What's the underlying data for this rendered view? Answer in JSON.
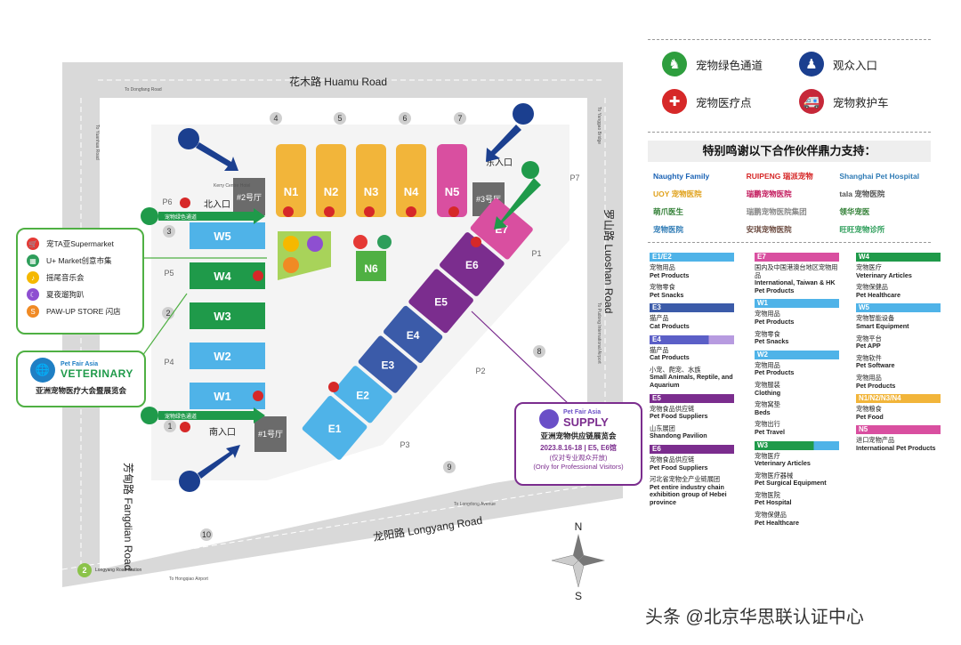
{
  "roads": {
    "huamu": "花木路 Huamu Road",
    "luoshan": "罗山路 Luoshan Road",
    "fangdian": "芳甸路 Fangdian Road",
    "longyang": "龙阳路 Longyang Road",
    "to_dongfang": "To Dongfang Road",
    "to_yuanhua": "To Yuanhua Road",
    "to_yanggao": "To Yanggao Bridge",
    "to_pudong_airport": "To Pudong International Airport",
    "to_longdong": "To Longdong Avenue",
    "to_hongqiao": "To Hongqiao Airport"
  },
  "halls": {
    "N1": "N1",
    "N2": "N2",
    "N3": "N3",
    "N4": "N4",
    "N5": "N5",
    "N6": "N6",
    "W1": "W1",
    "W2": "W2",
    "W3": "W3",
    "W4": "W4",
    "W5": "W5",
    "E1": "E1",
    "E2": "E2",
    "E3": "E3",
    "E4": "E4",
    "E5": "E5",
    "E6": "E6",
    "E7": "E7"
  },
  "gates": {
    "g1": "1",
    "g2": "2",
    "g3": "3",
    "g4": "4",
    "g5": "5",
    "g6": "6",
    "g7": "7",
    "g8": "8",
    "g9": "9",
    "g10": "10"
  },
  "entrances": {
    "north": "北入口",
    "east": "东入口",
    "south": "南入口",
    "halls_no1": "#1号厅",
    "halls_no2": "#2号厅",
    "halls_no3": "#3号厅",
    "green_channel": "宠物绿色通道",
    "kerry": "Kerry Centre Hotel",
    "gate_label": "观众入口"
  },
  "parking": {
    "p1": "P1",
    "p2": "P2",
    "p3": "P3",
    "p4": "P4",
    "p5": "P5",
    "p6": "P6",
    "p7": "P7"
  },
  "amenities": [
    {
      "label": "宠TA亚Supermarket",
      "color": "#e53935",
      "icon": "cart-icon",
      "glyph": "🛒"
    },
    {
      "label": "U+ Market创意市集",
      "color": "#2e9e5b",
      "icon": "market-icon",
      "glyph": "▦"
    },
    {
      "label": "摇尾音乐会",
      "color": "#f5b800",
      "icon": "music-icon",
      "glyph": "♪"
    },
    {
      "label": "夏夜遛狗趴",
      "color": "#8e4fd1",
      "icon": "moon-icon",
      "glyph": "☾"
    },
    {
      "label": "PAW-UP STORE 闪店",
      "color": "#f08a24",
      "icon": "store-icon",
      "glyph": "S"
    }
  ],
  "veterinary": {
    "brand": "Pet Fair Asia",
    "name": "VETERINARY",
    "subtitle": "亚洲宠物医疗大会暨展览会"
  },
  "supply": {
    "brand": "Pet Fair Asia",
    "name": "SUPPLY",
    "subtitle": "亚洲宠物供应链展览会",
    "dates": "2023.8.16-18 | E5, E6馆",
    "note_cn": "(仅对专业观众开放)",
    "note_en": "(Only for Professional Visitors)"
  },
  "legend": {
    "symbols": [
      {
        "label": "宠物绿色通道",
        "color": "#2e9e3e",
        "icon": "pet-walker-icon",
        "glyph": "♞"
      },
      {
        "label": "观众入口",
        "color": "#1b3f8f",
        "icon": "visitor-icon",
        "glyph": "♟"
      },
      {
        "label": "宠物医疗点",
        "color": "#d62828",
        "icon": "medical-cross-icon",
        "glyph": "✚"
      },
      {
        "label": "宠物救护车",
        "color": "#c62839",
        "icon": "ambulance-icon",
        "glyph": "🚑"
      }
    ],
    "thanks": "特别鸣谢以下合作伙伴鼎力支持：",
    "partners": [
      {
        "name": "Naughty Family",
        "color": "#1a62b4"
      },
      {
        "name": "RUIPENG 瑞派宠物",
        "color": "#d62828"
      },
      {
        "name": "Shanghai Pet Hospital",
        "color": "#2f7bb5"
      },
      {
        "name": "UOY 宠物医院",
        "color": "#e0a11b"
      },
      {
        "name": "瑞鹏宠物医院",
        "color": "#c2185b"
      },
      {
        "name": "tala 宠物医院",
        "color": "#555555"
      },
      {
        "name": "萌爪医生",
        "color": "#2e7d32"
      },
      {
        "name": "瑞鹏宠物医院集团",
        "color": "#888888"
      },
      {
        "name": "领华宠医",
        "color": "#2e7d32"
      },
      {
        "name": "宠物医院",
        "color": "#2f7bb5"
      },
      {
        "name": "安琪宠物医院",
        "color": "#6d4c41"
      },
      {
        "name": "旺旺宠物诊所",
        "color": "#2e9e5b"
      }
    ]
  },
  "hall_legend": [
    [
      {
        "title": "E1/E2",
        "color": "#4fb3e8",
        "items": [
          [
            "宠物用品",
            "Pet Products"
          ],
          [
            "宠物零食",
            "Pet Snacks"
          ]
        ]
      },
      {
        "title": "E3",
        "color": "#3b5ba9",
        "items": [
          [
            "猫产品",
            "Cat Products"
          ]
        ]
      },
      {
        "title": "E4",
        "color": "#5b5fc7",
        "color2": "#b79be0",
        "items": [
          [
            "猫产品",
            "Cat Products"
          ],
          [
            "小宠、爬宠、水族",
            "Small Animals, Reptile, and Aquarium"
          ]
        ]
      },
      {
        "title": "E5",
        "color": "#7b2d8e",
        "items": [
          [
            "宠物食品供应链",
            "Pet Food Suppliers"
          ],
          [
            "山东展团",
            "Shandong Pavilion"
          ]
        ]
      },
      {
        "title": "E6",
        "color": "#7b2d8e",
        "items": [
          [
            "宠物食品供应链",
            "Pet Food Suppliers"
          ],
          [
            "河北省宠物全产业链展团",
            "Pet entire industry chain exhibition group of Hebei province"
          ]
        ]
      }
    ],
    [
      {
        "title": "E7",
        "color": "#d94fa0",
        "items": [
          [
            "国内及中国港澳台地区宠物用品",
            "International, Taiwan & HK Pet Products"
          ]
        ]
      },
      {
        "title": "W1",
        "color": "#4fb3e8",
        "items": [
          [
            "宠物用品",
            "Pet Products"
          ],
          [
            "宠物零食",
            "Pet Snacks"
          ]
        ]
      },
      {
        "title": "W2",
        "color": "#4fb3e8",
        "items": [
          [
            "宠物用品",
            "Pet Products"
          ],
          [
            "宠物服装",
            "Clothing"
          ],
          [
            "宠物窝垫",
            "Beds"
          ],
          [
            "宠物出行",
            "Pet Travel"
          ]
        ]
      },
      {
        "title": "W3",
        "color": "#1f9a4a",
        "color2": "#4fb3e8",
        "items": [
          [
            "宠物医疗",
            "Veterinary Articles"
          ],
          [
            "宠物医疗器械",
            "Pet Surgical Equipment"
          ],
          [
            "宠物医院",
            "Pet Hospital"
          ],
          [
            "宠物保健品",
            "Pet Healthcare"
          ]
        ]
      }
    ],
    [
      {
        "title": "W4",
        "color": "#1f9a4a",
        "items": [
          [
            "宠物医疗",
            "Veterinary Articles"
          ],
          [
            "宠物保健品",
            "Pet Healthcare"
          ]
        ]
      },
      {
        "title": "W5",
        "color": "#4fb3e8",
        "items": [
          [
            "宠物智能设备",
            "Smart Equipment"
          ],
          [
            "宠物平台",
            "Pet APP"
          ],
          [
            "宠物软件",
            "Pet Software"
          ],
          [
            "宠物用品",
            "Pet Products"
          ]
        ]
      },
      {
        "title": "N1/N2/N3/N4",
        "color": "#f2b53a",
        "items": [
          [
            "宠物粮食",
            "Pet Food"
          ]
        ]
      },
      {
        "title": "N5",
        "color": "#d94fa0",
        "items": [
          [
            "进口宠物产品",
            "International Pet Products"
          ]
        ]
      }
    ]
  ],
  "metro": {
    "label": "2",
    "station": "Longyang Road Station"
  },
  "compass": {
    "north": "N",
    "south": "S"
  },
  "watermark": "头条 @北京华思联认证中心"
}
